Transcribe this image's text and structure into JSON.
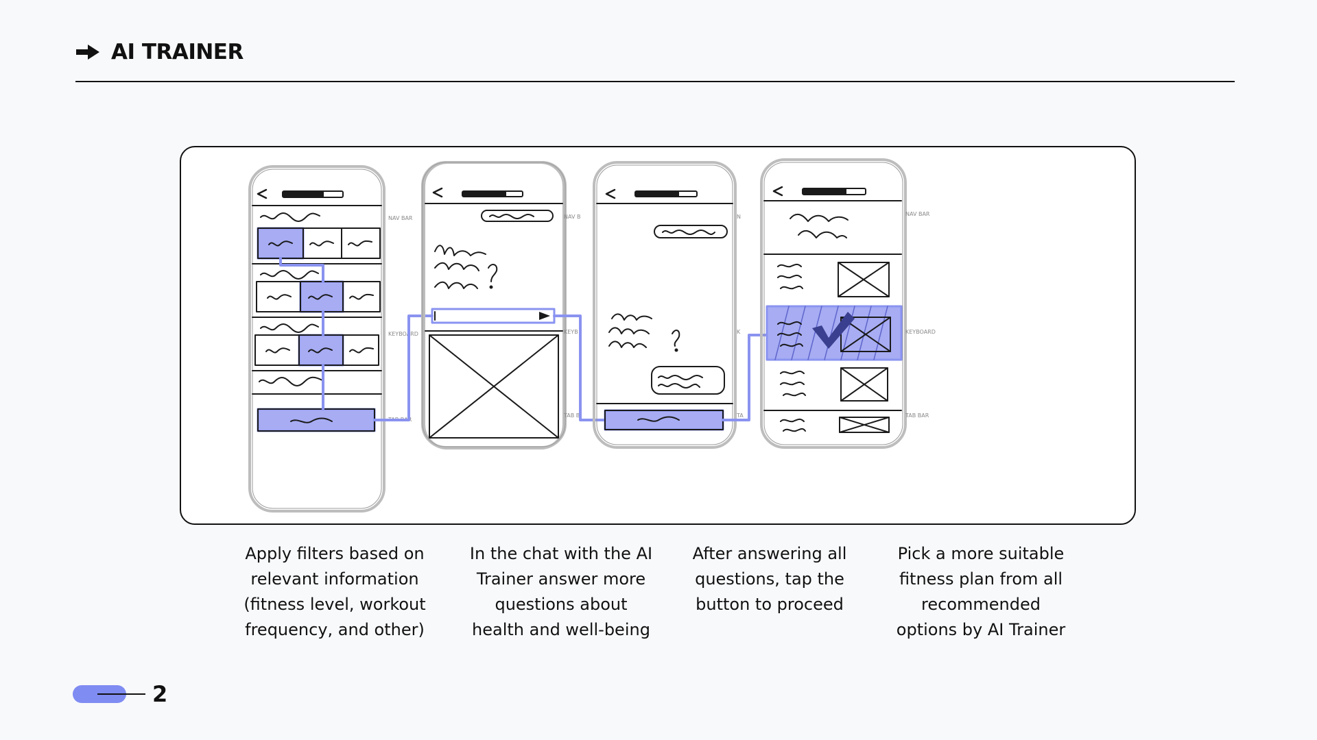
{
  "header": {
    "title": "AI TRAINER",
    "icon": "arrow-right-icon"
  },
  "diagram": {
    "screens": [
      {
        "labels": [
          "NAV BAR",
          "KEYBOARD",
          "TAB BAR"
        ]
      },
      {
        "labels": [
          "NAV B",
          "KEYB",
          "TAB B"
        ]
      },
      {
        "labels": [
          "N",
          "K",
          "TA"
        ]
      },
      {
        "labels": [
          "NAV BAR",
          "KEYBOARD",
          "TAB BAR"
        ]
      }
    ],
    "colors": {
      "accent": "#8a93f0",
      "accent_fill": "#a7acf3",
      "ink": "#1a1a1a",
      "check": "#3a3f8f"
    }
  },
  "captions": [
    "Apply filters based on\nrelevant information\n(fitness level, workout\nfrequency, and other)",
    "In the chat with the AI\nTrainer answer more\nquestions about\nhealth and well-being",
    "After answering all\nquestions, tap the\nbutton to proceed",
    "Pick a more suitable\nfitness plan from all\nrecommended\noptions by AI Trainer"
  ],
  "footer": {
    "page_number": "2"
  }
}
